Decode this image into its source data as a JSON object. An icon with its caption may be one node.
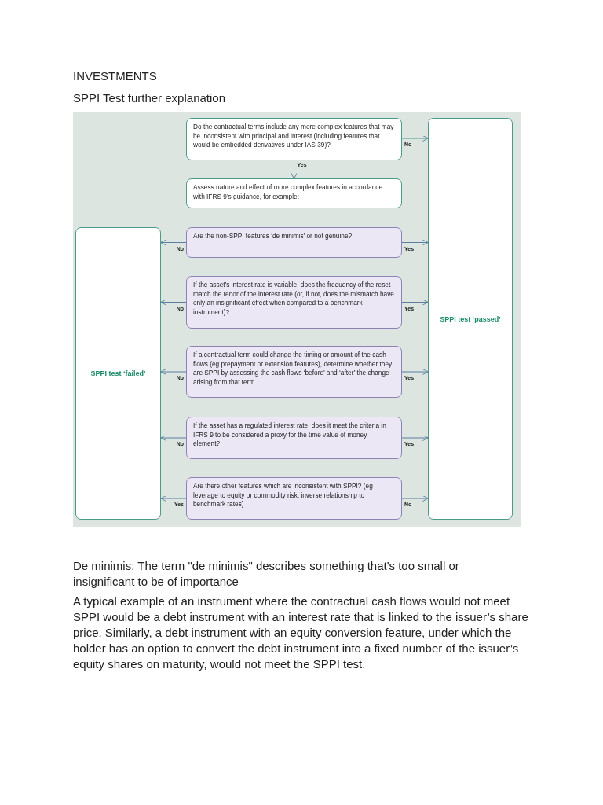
{
  "diagram": {
    "title": "INVESTMENTS",
    "nodes": [
      {
        "text": [
          "Do the contractual terms include any more complex features that may be inconsistent with principal and interest (including features that would be embedded derivatives under IAS 39)?"
        ]
      },
      {
        "text": [
          "Assess nature and effect of more complex features in accordance with IFRS 9’s guidance, for example:"
        ]
      },
      {
        "text": [
          "Are the non-SPPI features ‘de minimis’ or not genuine?"
        ]
      },
      {
        "text": [
          "If the asset’s interest rate is variable, does the frequency of the reset match the tenor of the interest rate (or, if not, does the mismatch have only an insignificant effect when compared to a benchmark instrument)?"
        ]
      },
      {
        "text": [
          "If a contractual term could change the timing or amount of the cash flows (eg prepayment or extension features), determine whether they are SPPI by assessing the cash flows ‘before’ and ‘after’ the change arising from that term."
        ]
      },
      {
        "text": [
          "If the asset has a regulated interest rate, does it meet the criteria in IFRS 9 to be considered a proxy for the time value of money element?"
        ]
      },
      {
        "text": [
          "Are there other features which are inconsistent with SPPI? (eg leverage to equity or commodity risk, inverse relationship to benchmark rates)"
        ]
      },
      {
        "text": [
          "SPPI test ‘failed’"
        ]
      },
      {
        "text": [
          "SPPI test ‘passed’"
        ]
      }
    ],
    "edges": [
      {
        "from": 0,
        "to": 8,
        "arrow": "to",
        "label": "No"
      },
      {
        "from": 0,
        "to": 1,
        "arrow": "to",
        "label": "Yes"
      },
      {
        "from": 2,
        "to": 7,
        "arrow": "to",
        "label": "No"
      },
      {
        "from": 2,
        "to": 8,
        "arrow": "to",
        "label": "Yes"
      },
      {
        "from": 3,
        "to": 7,
        "arrow": "to",
        "label": "No"
      },
      {
        "from": 3,
        "to": 8,
        "arrow": "to",
        "label": "Yes"
      },
      {
        "from": 4,
        "to": 7,
        "arrow": "to",
        "label": "No"
      },
      {
        "from": 4,
        "to": 8,
        "arrow": "to",
        "label": "Yes"
      },
      {
        "from": 5,
        "to": 7,
        "arrow": "to",
        "label": "No"
      },
      {
        "from": 5,
        "to": 8,
        "arrow": "to",
        "label": "Yes"
      },
      {
        "from": 6,
        "to": 7,
        "arrow": "to",
        "label": "Yes"
      },
      {
        "from": 6,
        "to": 8,
        "arrow": "to",
        "label": "No"
      }
    ],
    "labels": [
      "SPPI Test further explanation",
      "De minimis: The term \"de minimis\" describes something that's too small or insignificant to be of importance",
      "A typical example of an instrument where the contractual cash flows would not meet SPPI would be a debt instrument with an interest rate that is linked to the issuer’s share price. Similarly, a debt instrument with an equity conversion feature, under which the holder has an option to convert the debt instrument into a fixed number of the issuer’s equity shares on maturity, would not meet the SPPI test."
    ]
  }
}
